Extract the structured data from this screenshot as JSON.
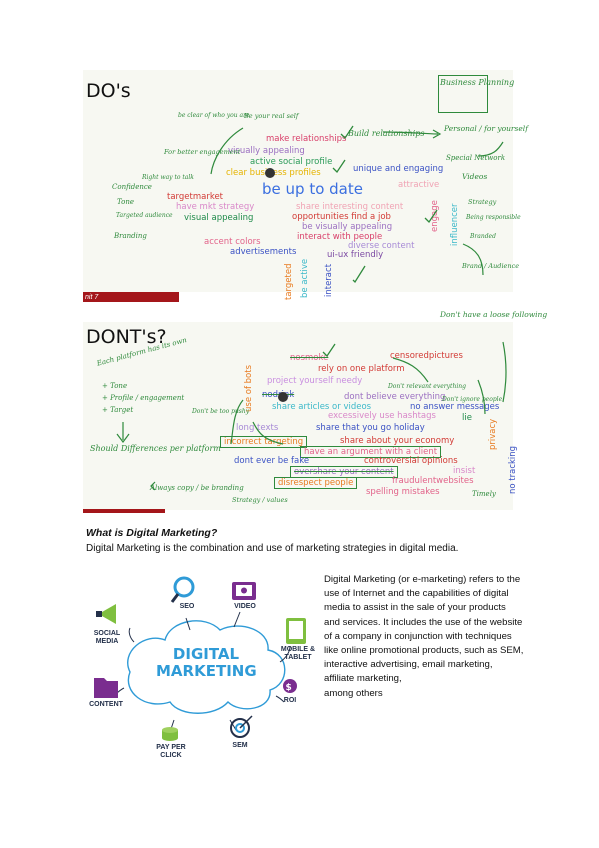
{
  "dos": {
    "heading": "DO's",
    "unit_label": "nit 7",
    "words": [
      {
        "text": "make relationships",
        "color": "#d9406b",
        "size": 8.5
      },
      {
        "text": "visually appealing",
        "color": "#9b6fc1",
        "size": 8.5
      },
      {
        "text": "active social profile",
        "color": "#2a9a58",
        "size": 8.5
      },
      {
        "text": "clear business profiles",
        "color": "#e6b400",
        "size": 8.5
      },
      {
        "text": "unique and engaging",
        "color": "#3b52c4",
        "size": 8.5
      },
      {
        "text": "attractive",
        "color": "#f0a3b4",
        "size": 8.5
      },
      {
        "text": "be up to date",
        "color": "#3b6fe0",
        "size": 15
      },
      {
        "text": "targetmarket",
        "color": "#d23a35",
        "size": 8.5
      },
      {
        "text": "have mkt strategy",
        "color": "#d988c9",
        "size": 8.5
      },
      {
        "text": "share interesting content",
        "color": "#f0a3b4",
        "size": 8.5
      },
      {
        "text": "opportunities find a job",
        "color": "#d23a35",
        "size": 8.5
      },
      {
        "text": "visual appealing",
        "color": "#1f8a4a",
        "size": 8.5
      },
      {
        "text": "be visually appealing",
        "color": "#9b6fc1",
        "size": 8.5
      },
      {
        "text": "interact with people",
        "color": "#d9406b",
        "size": 8.5
      },
      {
        "text": "accent colors",
        "color": "#e2638a",
        "size": 8.5
      },
      {
        "text": "diverse content",
        "color": "#a78ad6",
        "size": 8.5
      },
      {
        "text": "advertisements",
        "color": "#3b52c4",
        "size": 8.5
      },
      {
        "text": "ui-ux friendly",
        "color": "#7c4aa3",
        "size": 8.5
      }
    ],
    "vertical": [
      {
        "text": "targeted",
        "color": "#e87b20"
      },
      {
        "text": "be active",
        "color": "#3bb8c9"
      },
      {
        "text": "interact",
        "color": "#3b52c4"
      },
      {
        "text": "engage",
        "color": "#e2638a"
      },
      {
        "text": "influencer",
        "color": "#3bb8c9"
      }
    ],
    "notes": [
      "Business Planning",
      "Be your real self",
      "be clear of who you are",
      "Build relationships",
      "For better engagement",
      "Right way to talk",
      "Personal / for yourself",
      "Special Network",
      "Confidence",
      "Tone",
      "Targeted audience",
      "Branding",
      "Strategy",
      "Videos",
      "Being responsible",
      "Branded",
      "Brand / Audience"
    ]
  },
  "donts": {
    "heading": "DONT's?",
    "words": [
      {
        "text": "nosmoke",
        "color": "#e2638a",
        "size": 8.5
      },
      {
        "text": "rely on one platform",
        "color": "#d23a35",
        "size": 8.5
      },
      {
        "text": "censoredpictures",
        "color": "#d23a35",
        "size": 8.5
      },
      {
        "text": "project yourself needy",
        "color": "#c98fe0",
        "size": 8.5
      },
      {
        "text": "nodrink",
        "color": "#3b52c4",
        "size": 8.5
      },
      {
        "text": "dont believe everything",
        "color": "#9b6fc1",
        "size": 8.5
      },
      {
        "text": "share articles or videos",
        "color": "#3bb8c9",
        "size": 8.5
      },
      {
        "text": "no answer messages",
        "color": "#3b52c4",
        "size": 8.5
      },
      {
        "text": "excessively use hashtags",
        "color": "#d988c9",
        "size": 8.5
      },
      {
        "text": "lie",
        "color": "#1f8a4a",
        "size": 8.5
      },
      {
        "text": "long texts",
        "color": "#a78ad6",
        "size": 8.5
      },
      {
        "text": "share that you go holiday",
        "color": "#3b52c4",
        "size": 8.5
      },
      {
        "text": "incorrect targeting",
        "color": "#e87b20",
        "size": 8.5
      },
      {
        "text": "share about your economy",
        "color": "#d23a35",
        "size": 8.5
      },
      {
        "text": "have an argument with a client",
        "color": "#e2638a",
        "size": 8.5
      },
      {
        "text": "dont ever be fake",
        "color": "#3b52c4",
        "size": 8.5
      },
      {
        "text": "controversial opinions",
        "color": "#d23a35",
        "size": 8.5
      },
      {
        "text": "overshare your content",
        "color": "#9b6fc1",
        "size": 8.5
      },
      {
        "text": "insist",
        "color": "#d988c9",
        "size": 8.5
      },
      {
        "text": "fraudulentwebsites",
        "color": "#e2638a",
        "size": 8.5
      },
      {
        "text": "disrespect people",
        "color": "#e87b20",
        "size": 8.5
      },
      {
        "text": "spelling mistakes",
        "color": "#e2638a",
        "size": 8.5
      }
    ],
    "vertical": [
      {
        "text": "use of bots",
        "color": "#e87b20"
      },
      {
        "text": "privacy",
        "color": "#e87b20"
      },
      {
        "text": "no tracking",
        "color": "#3b52c4"
      }
    ],
    "notes": [
      "Don't have a loose following",
      "Each platform has its own",
      "+ Tone",
      "+ Profile / engagement",
      "+ Target",
      "Should Differences per platform",
      "Always copy / be branding",
      "Strategy / values",
      "Don't relevant everything",
      "Don't ignore people",
      "Don't be too pushy",
      "Timely"
    ]
  },
  "article": {
    "question": "What is Digital Marketing?",
    "definition": "Digital Marketing is the combination and use of marketing strategies in digital media.",
    "description": "Digital Marketing (or e-marketing) refers to the use of Internet and the capabilities of digital media to assist in the sale of your products and services. It includes the use of the website of a company in conjunction with techniques like online promotional products, such as SEM, interactive advertising, email marketing, affiliate marketing,",
    "description_end": "among others"
  },
  "infographic": {
    "center_line1": "DIGITAL",
    "center_line2": "MARKETING",
    "labels": {
      "seo": "SEO",
      "video": "VIDEO",
      "social": "SOCIAL MEDIA",
      "mobile": "MOBILE & TABLET",
      "content": "CONTENT",
      "roi": "ROI",
      "ppc": "PAY PER CLICK",
      "sem": "SEM"
    },
    "colors": {
      "navy": "#23304a",
      "blue": "#2f9bd7",
      "green": "#7fbf3f",
      "purple": "#7a2d8f",
      "orange": "#f39c12"
    }
  }
}
